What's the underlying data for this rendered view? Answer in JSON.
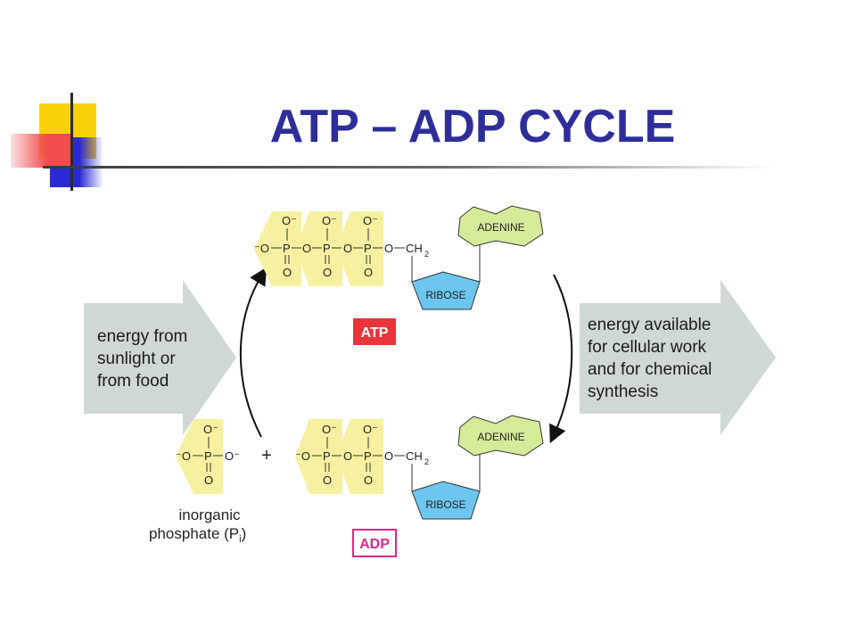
{
  "title": "ATP – ADP CYCLE",
  "diagram": {
    "energy_in": [
      "energy from",
      "sunlight or",
      "from food"
    ],
    "energy_out": [
      "energy available",
      "for cellular work",
      "and for chemical",
      "synthesis"
    ],
    "atp": {
      "label": "ATP",
      "label_color": "#e8343a",
      "base": "ADENINE",
      "sugar": "RIBOSE",
      "ch2": "CH",
      "ch2_sub": "2"
    },
    "adp": {
      "label": "ADP",
      "label_color": "#e0268a",
      "base": "ADENINE",
      "sugar": "RIBOSE",
      "ch2": "CH",
      "ch2_sub": "2"
    },
    "phosphate": {
      "phosphorus": "P",
      "oxygen": "O",
      "oxygen_minus": "O⁻",
      "minus_oxygen": "⁻O"
    },
    "plus": "+",
    "inorganic_phosphate": {
      "line1": "inorganic",
      "line2": "phosphate (P",
      "subscript": "i",
      "closing": ")"
    },
    "colors": {
      "phosphate_fill": "#f6f0a0",
      "adenine_fill": "#d6eb9a",
      "ribose_fill": "#6cc6ef",
      "arrow_fill": "#d0d8d6",
      "title": "#2e2e9a"
    }
  }
}
